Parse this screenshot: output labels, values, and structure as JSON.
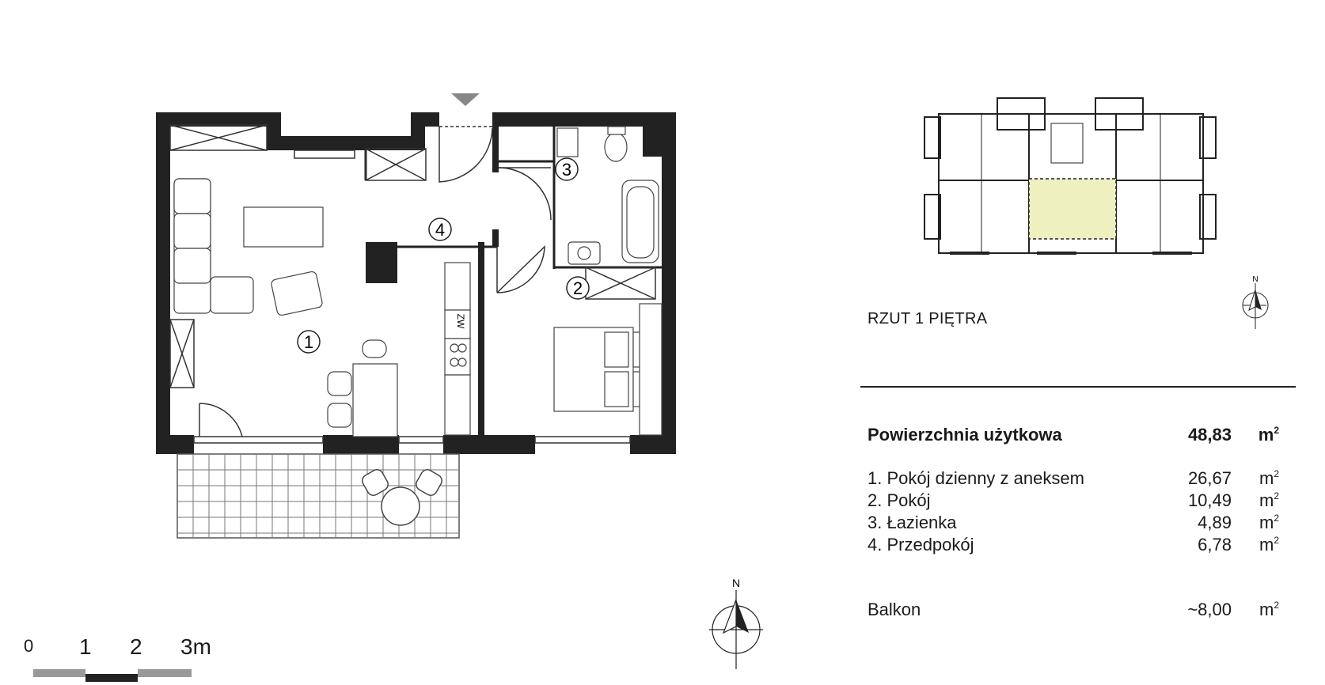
{
  "plan": {
    "room_markers": [
      "1",
      "2",
      "3",
      "4"
    ],
    "zw_label": "ZW"
  },
  "floor_label": "RZUT 1 PIĘTRA",
  "area_table": {
    "total": {
      "label": "Powierzchnia użytkowa",
      "value": "48,83",
      "unit": "m"
    },
    "rooms": [
      {
        "label": "1. Pokój dzienny z aneksem",
        "value": "26,67",
        "unit": "m"
      },
      {
        "label": "2. Pokój",
        "value": "10,49",
        "unit": "m"
      },
      {
        "label": "3. Łazienka",
        "value": "4,89",
        "unit": "m"
      },
      {
        "label": "4. Przedpokój",
        "value": "6,78",
        "unit": "m"
      }
    ],
    "balcony": {
      "label": "Balkon",
      "value": "~8,00",
      "unit": "m"
    }
  },
  "compass": {
    "north_label": "N"
  },
  "scale_bar": {
    "labels": [
      "0",
      "1",
      "2",
      "3m"
    ]
  },
  "colors": {
    "wall": "#222222",
    "highlight": "#eef0c0",
    "scale_light": "#999999",
    "scale_dark": "#222222"
  }
}
